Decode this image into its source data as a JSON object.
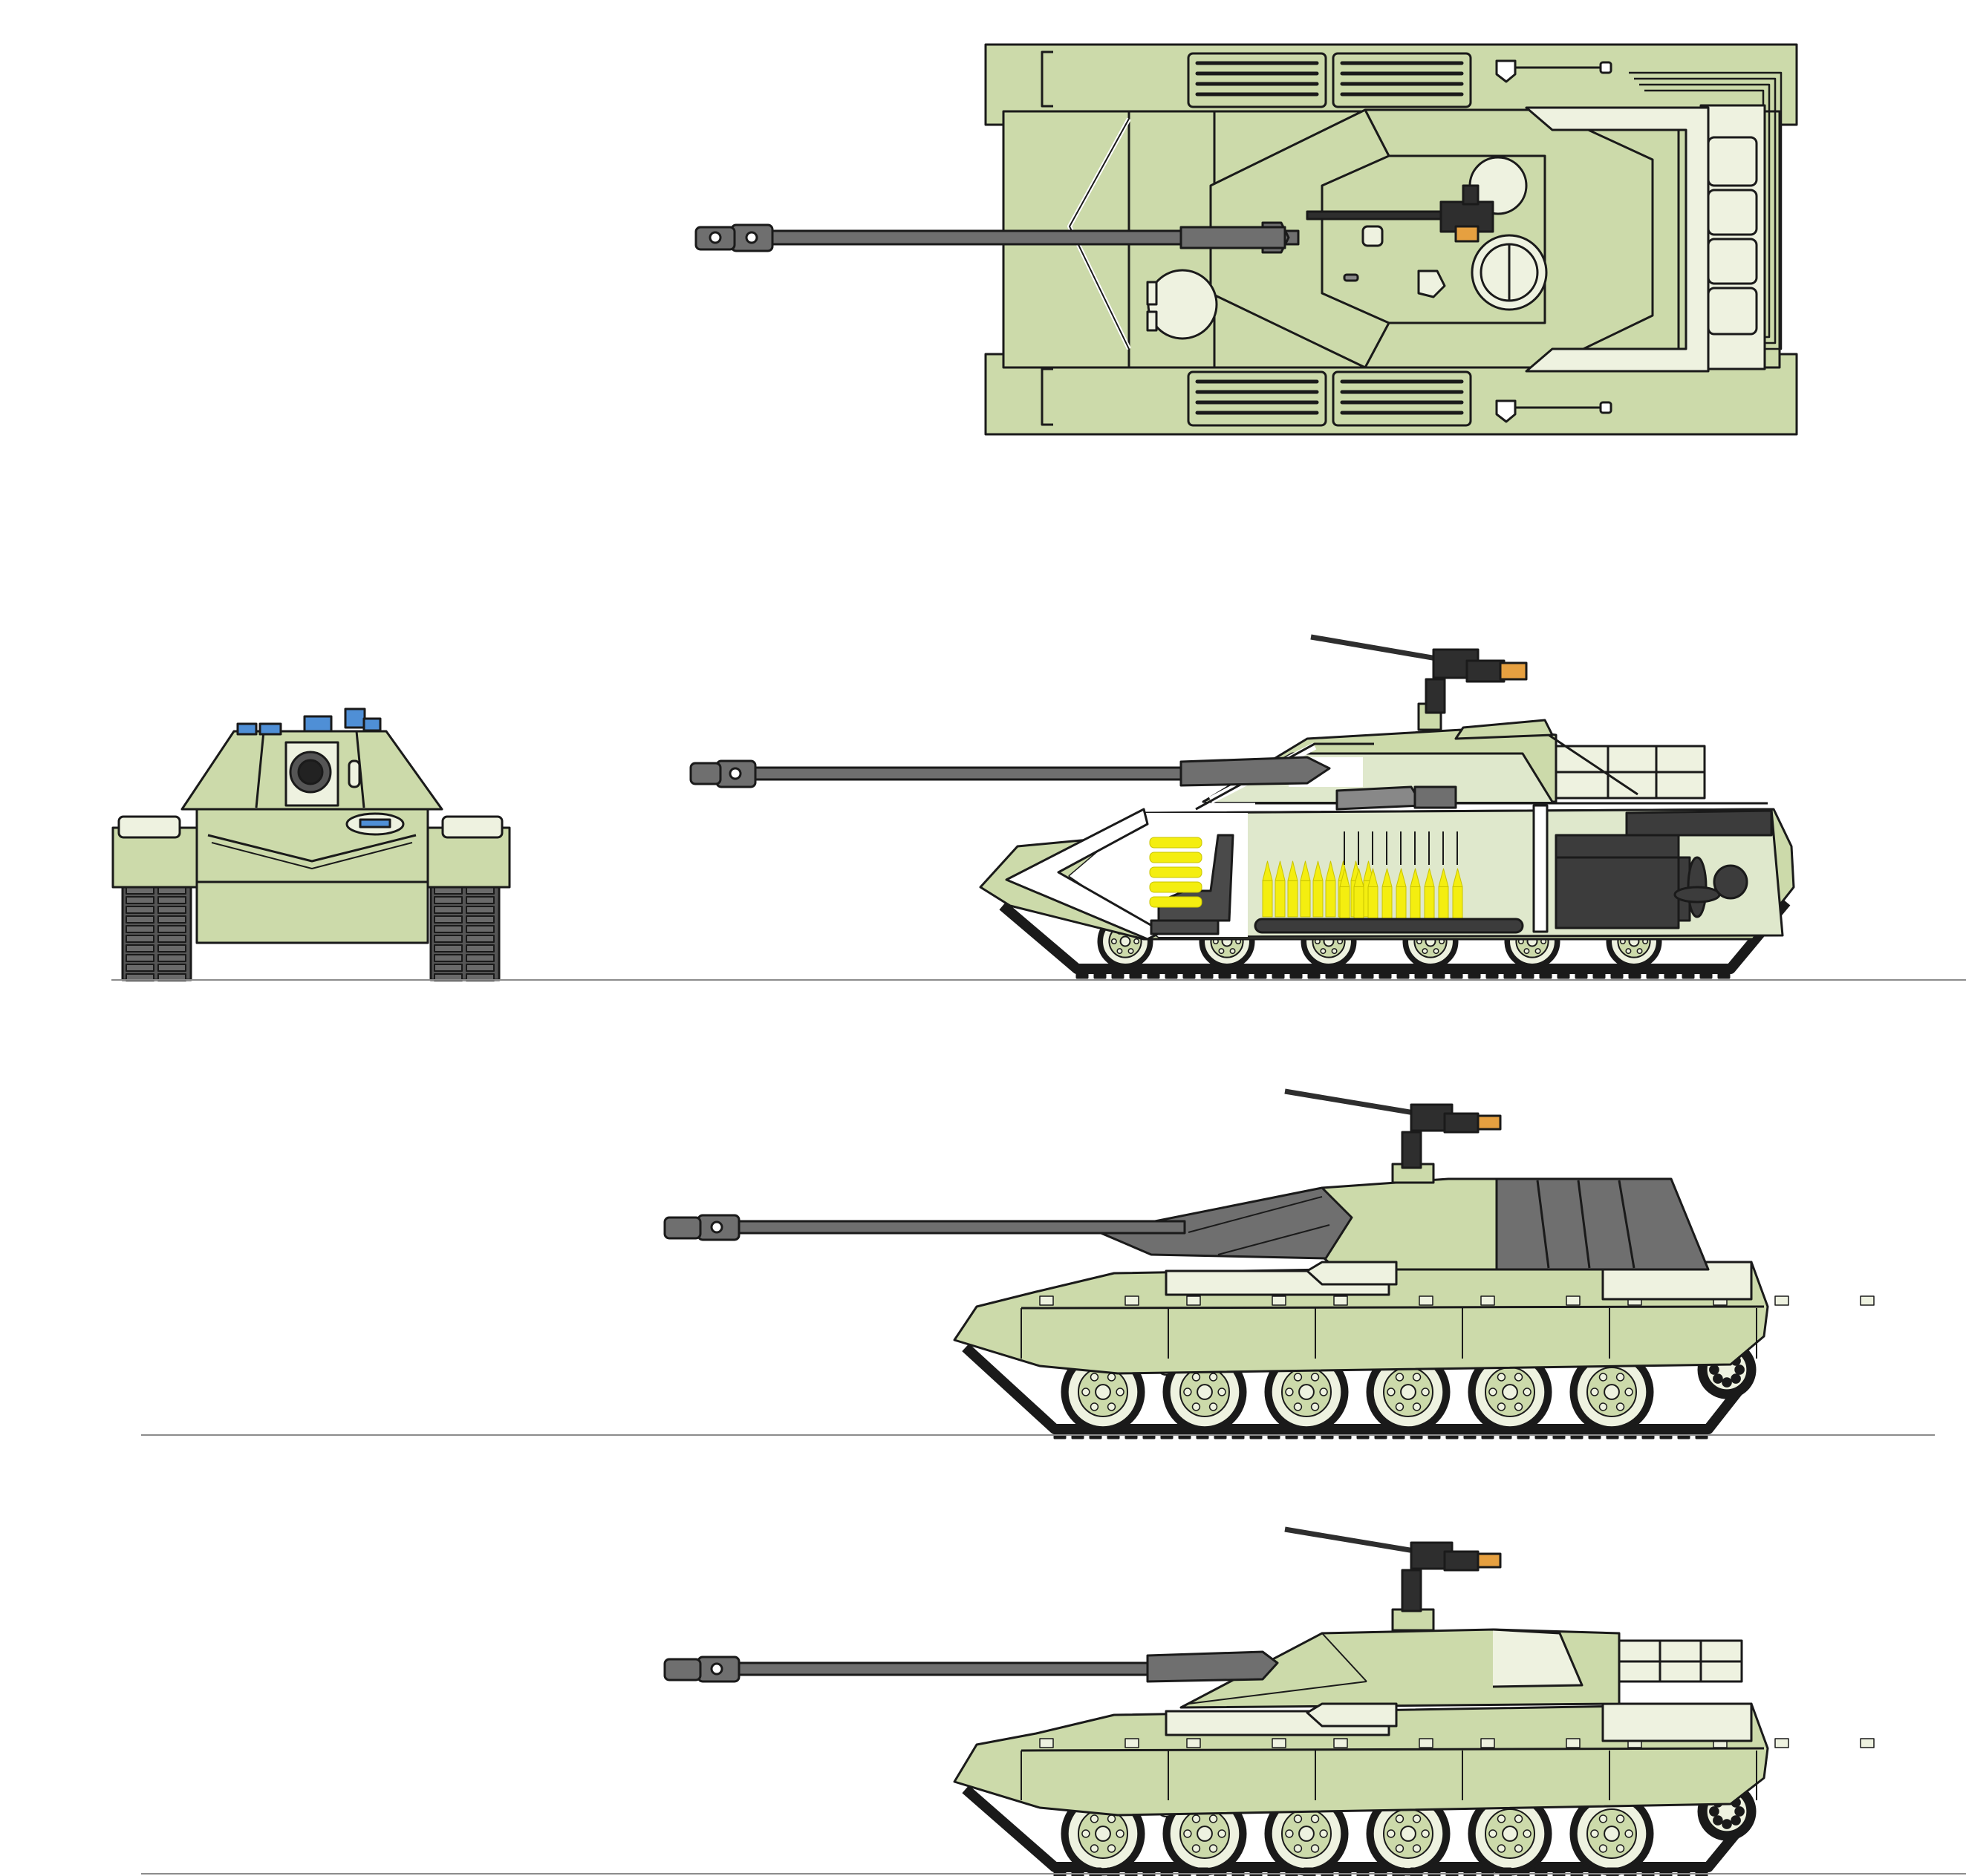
{
  "palette": {
    "hull": "#ccdaaa",
    "hull_shadow": "#b7c796",
    "interior": "#dfe8cc",
    "light": "#eef2e0",
    "white": "#ffffff",
    "outline": "#1a1a1a",
    "gun": "#6f6f6f",
    "gun_dark": "#4a4a4a",
    "mg": "#2e2e2e",
    "ammo": "#f4ee10",
    "ammo_tip": "#c9c400",
    "engine": "#3c3c3c",
    "optic": "#4f8fd6",
    "ground": "#8c8c8c",
    "accent_orange": "#e6a040"
  },
  "views": [
    {
      "id": "top-view",
      "kind": "plan"
    },
    {
      "id": "front-view",
      "kind": "front-elevation"
    },
    {
      "id": "cutaway-view",
      "kind": "side-section"
    },
    {
      "id": "side-view-armored",
      "kind": "side-elevation"
    },
    {
      "id": "side-view-standard",
      "kind": "side-elevation"
    }
  ],
  "side_view_road_wheels": 6,
  "cutaway_ammo_rounds_stowed": 9,
  "cutaway_ammo_rounds_racked": 9,
  "cutaway_ammo_rounds_front": 5
}
